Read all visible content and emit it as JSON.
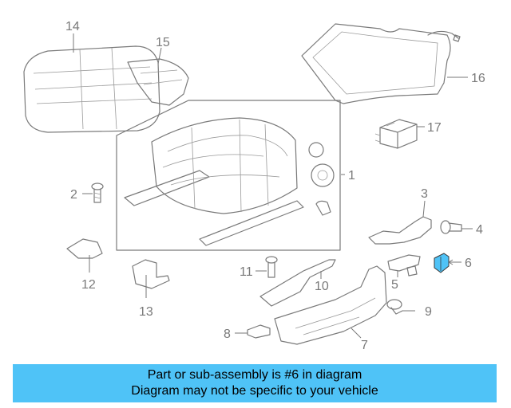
{
  "colors": {
    "highlight": "#4fc3f7",
    "banner_bg": "#4fc3f7",
    "line": "#7a7a7a"
  },
  "callouts": {
    "c1": "1",
    "c2": "2",
    "c3": "3",
    "c4": "4",
    "c5": "5",
    "c6": "6",
    "c7": "7",
    "c8": "8",
    "c9": "9",
    "c10": "10",
    "c11": "11",
    "c12": "12",
    "c13": "13",
    "c14": "14",
    "c15": "15",
    "c16": "16",
    "c17": "17"
  },
  "highlighted_part": "6",
  "banner": {
    "line1": "Part or sub-assembly is #6 in diagram",
    "line2": "Diagram may not be specific to your vehicle"
  }
}
